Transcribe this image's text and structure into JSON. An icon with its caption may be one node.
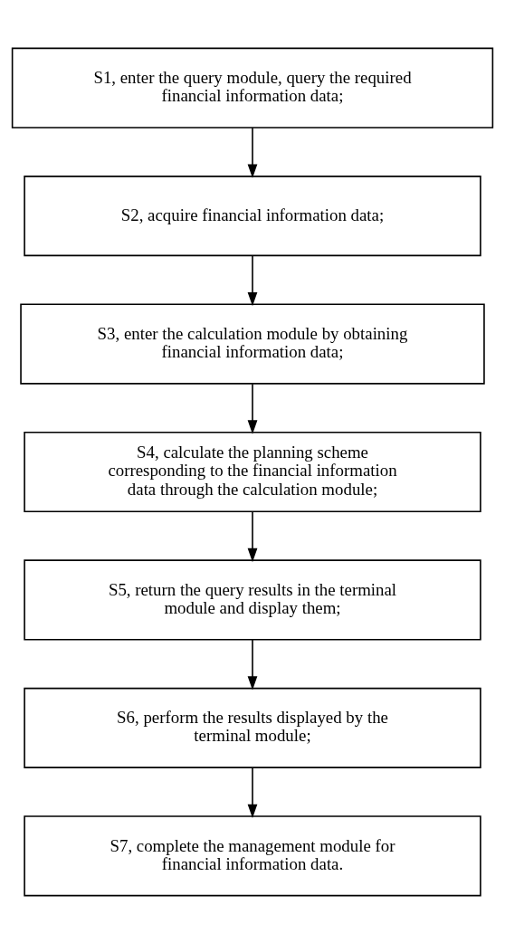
{
  "diagram": {
    "nodes": [
      {
        "text": [
          "S1, enter the query module, query the required financial information data;"
        ]
      },
      {
        "text": [
          "S2, acquire financial information data;"
        ]
      },
      {
        "text": [
          "S3, enter the calculation module by obtaining financial information data;"
        ]
      },
      {
        "text": [
          "S4, calculate the planning scheme corresponding to the financial information data through the calculation module;"
        ]
      },
      {
        "text": [
          "S5, return the query results in the terminal module and display them;"
        ]
      },
      {
        "text": [
          "S6, perform the results displayed by the terminal module;"
        ]
      },
      {
        "text": [
          "S7, complete the management module for financial information data."
        ]
      }
    ],
    "edges": [
      {
        "from": 0,
        "to": 1,
        "arrow": "to"
      },
      {
        "from": 1,
        "to": 2,
        "arrow": "to"
      },
      {
        "from": 2,
        "to": 3,
        "arrow": "to"
      },
      {
        "from": 3,
        "to": 4,
        "arrow": "to"
      },
      {
        "from": 4,
        "to": 5,
        "arrow": "to"
      },
      {
        "from": 5,
        "to": 6,
        "arrow": "to"
      }
    ]
  }
}
